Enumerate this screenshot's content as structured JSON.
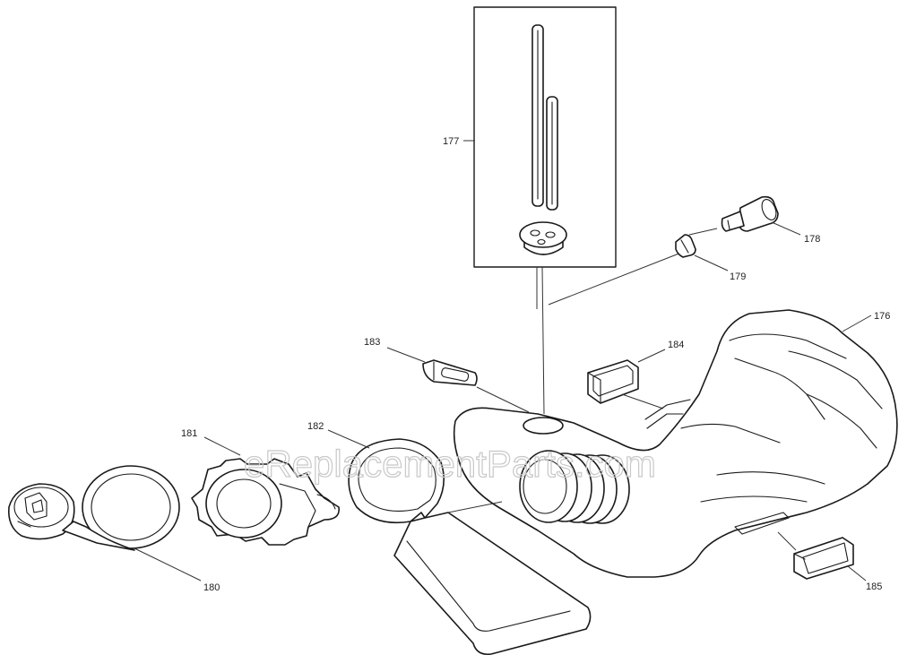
{
  "watermark": "eReplacementParts.com",
  "callouts": {
    "c176": "176",
    "c177": "177",
    "c178": "178",
    "c179": "179",
    "c180": "180",
    "c181": "181",
    "c182": "182",
    "c183": "183",
    "c184": "184",
    "c185": "185"
  }
}
